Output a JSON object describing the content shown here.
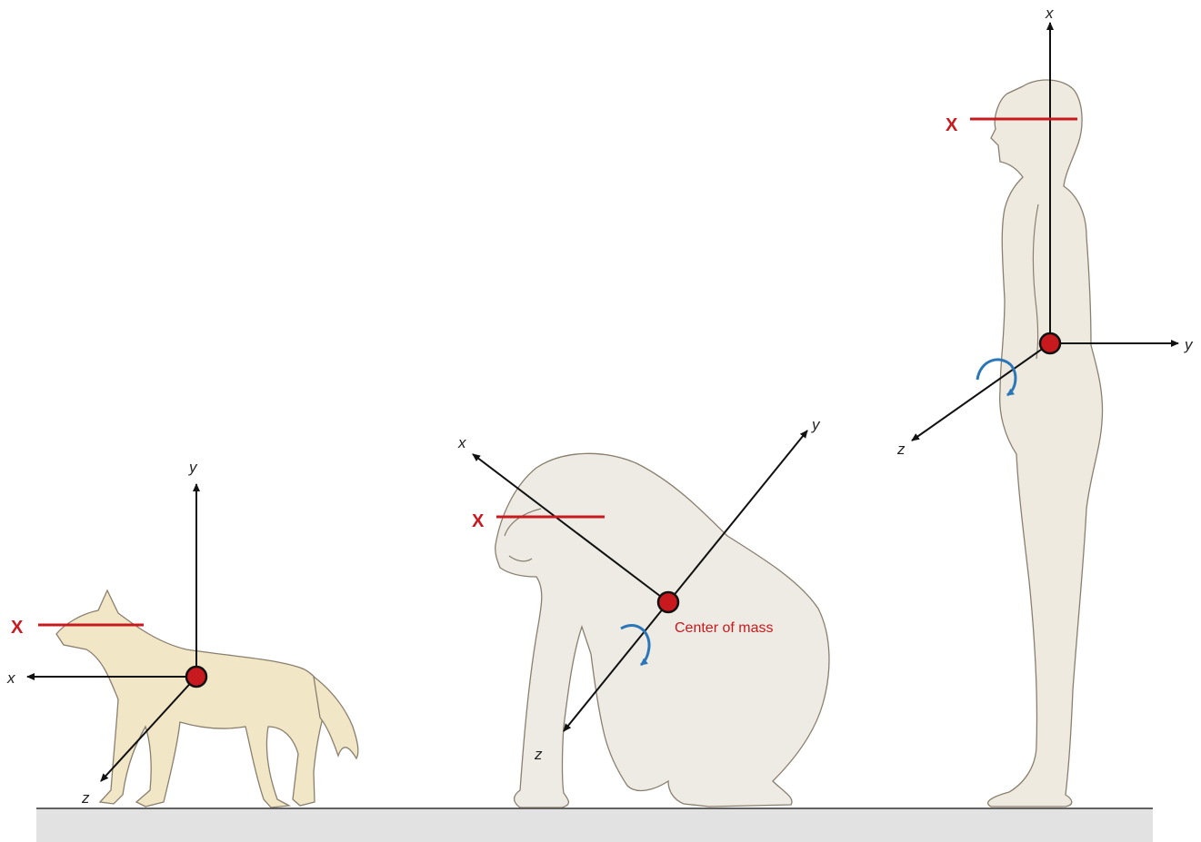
{
  "colors": {
    "ground": "#e2e2e2",
    "ground_line": "#333333",
    "axis": "#111111",
    "center_of_mass": "#c8191e",
    "eye_level_line": "#c8191e",
    "rotation_arrow": "#2a76b8",
    "dog_fill": "#f1e6c6",
    "gorilla_fill": "#eeebe4",
    "human_fill": "#efeae0"
  },
  "figures": {
    "dog": {
      "eye_mark": "X",
      "axis_labels": {
        "up": "y",
        "forward": "x",
        "depth": "z"
      }
    },
    "gorilla": {
      "eye_mark": "X",
      "axis_labels": {
        "up_left": "x",
        "up_right": "y",
        "depth": "z"
      },
      "com_label": "Center of mass"
    },
    "human": {
      "eye_mark": "X",
      "axis_labels": {
        "up": "x",
        "right": "y",
        "depth": "z"
      }
    }
  }
}
